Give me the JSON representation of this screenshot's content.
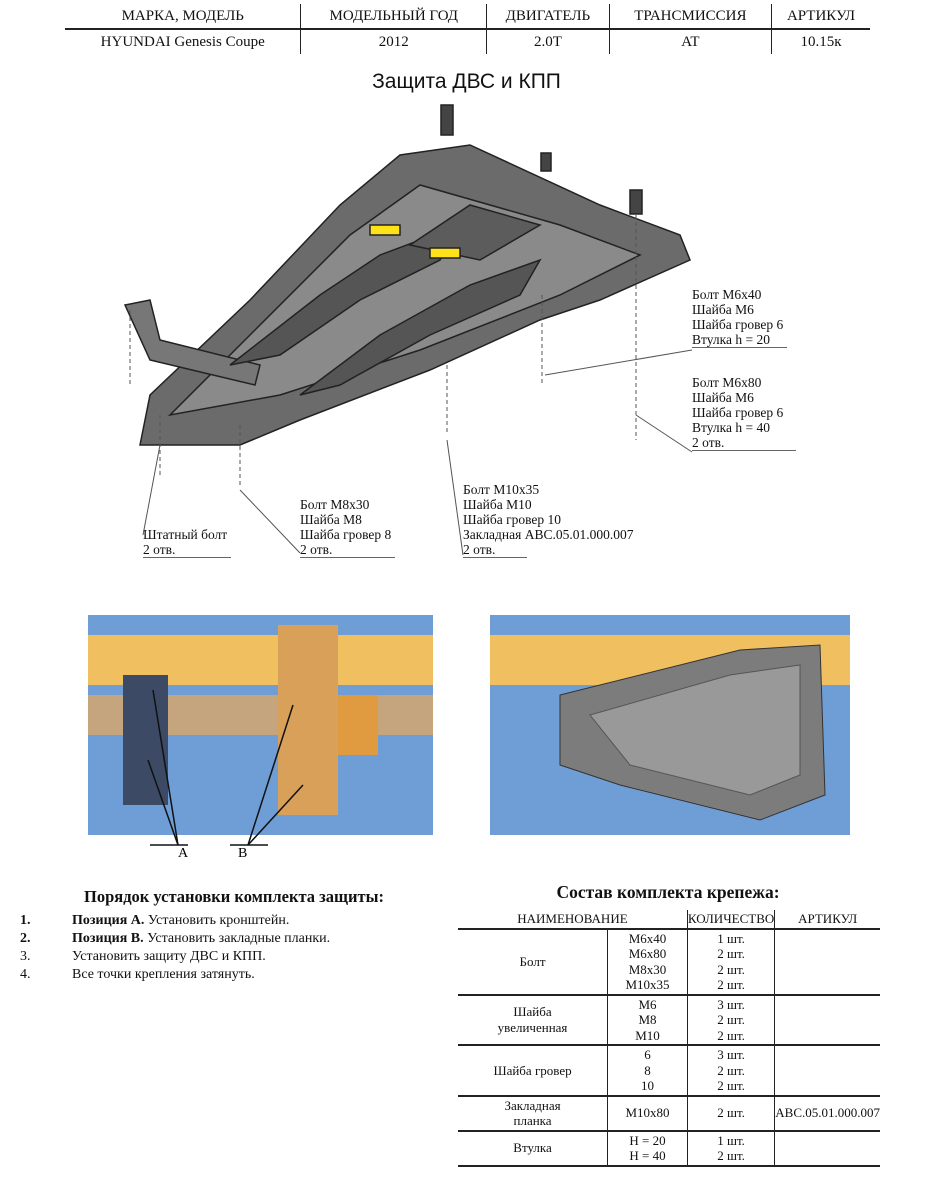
{
  "header": {
    "columns": [
      "МАРКА, МОДЕЛЬ",
      "МОДЕЛЬНЫЙ ГОД",
      "ДВИГАТЕЛЬ",
      "ТРАНСМИССИЯ",
      "АРТИКУЛ"
    ],
    "values": [
      "HYUNDAI Genesis Coupe",
      "2012",
      "2.0T",
      "AT",
      "10.15к"
    ]
  },
  "title": "Защита ДВС и КПП",
  "callouts": {
    "c1": [
      "Болт М6х40",
      "Шайба М6",
      "Шайба гровер 6",
      "Втулка h = 20"
    ],
    "c2": [
      "Болт М6х80",
      "Шайба М6",
      "Шайба гровер 6",
      "Втулка h = 40",
      "2 отв."
    ],
    "c3": [
      "Штатный болт",
      "2 отв."
    ],
    "c4": [
      "Болт М8х30",
      "Шайба М8",
      "Шайба гровер 8",
      "2 отв."
    ],
    "c5": [
      "Болт М10х35",
      "Шайба М10",
      "Шайба гровер 10",
      "Закладная АВС.05.01.000.007",
      "2 отв."
    ]
  },
  "photo_labels": {
    "a": "А",
    "b": "В"
  },
  "steps": {
    "title": "Порядок установки комплекта защиты:",
    "items": [
      {
        "n": "1.",
        "b": "Позиция А.",
        "t": " Установить кронштейн."
      },
      {
        "n": "2.",
        "b": "Позиция В.",
        "t": " Установить закладные планки."
      },
      {
        "n": "3.",
        "b": "",
        "t": "Установить защиту ДВС и КПП."
      },
      {
        "n": "4.",
        "b": "",
        "t": "Все точки крепления затянуть."
      }
    ]
  },
  "kit": {
    "title": "Состав комплекта крепежа:",
    "headers": [
      "НАИМЕНОВАНИЕ",
      "КОЛИЧЕСТВО",
      "АРТИКУЛ"
    ],
    "groups": [
      {
        "name": "Болт",
        "sizes": "М6х40\nМ6х80\nМ8х30\nМ10х35",
        "qty": "1 шт.\n2 шт.\n2 шт.\n2 шт.",
        "art": ""
      },
      {
        "name": "Шайба\nувеличенная",
        "sizes": "М6\nМ8\nМ10",
        "qty": "3 шт.\n2 шт.\n2 шт.",
        "art": ""
      },
      {
        "name": "Шайба гровер",
        "sizes": "6\n8\n10",
        "qty": "3 шт.\n2 шт.\n2 шт.",
        "art": ""
      },
      {
        "name": "Закладная\nпланка",
        "sizes": "М10х80",
        "qty": "2 шт.",
        "art": "АВС.05.01.000.007"
      },
      {
        "name": "Втулка",
        "sizes": "Н = 20\nН = 40",
        "qty": "1 шт.\n2 шт.",
        "art": ""
      }
    ]
  }
}
